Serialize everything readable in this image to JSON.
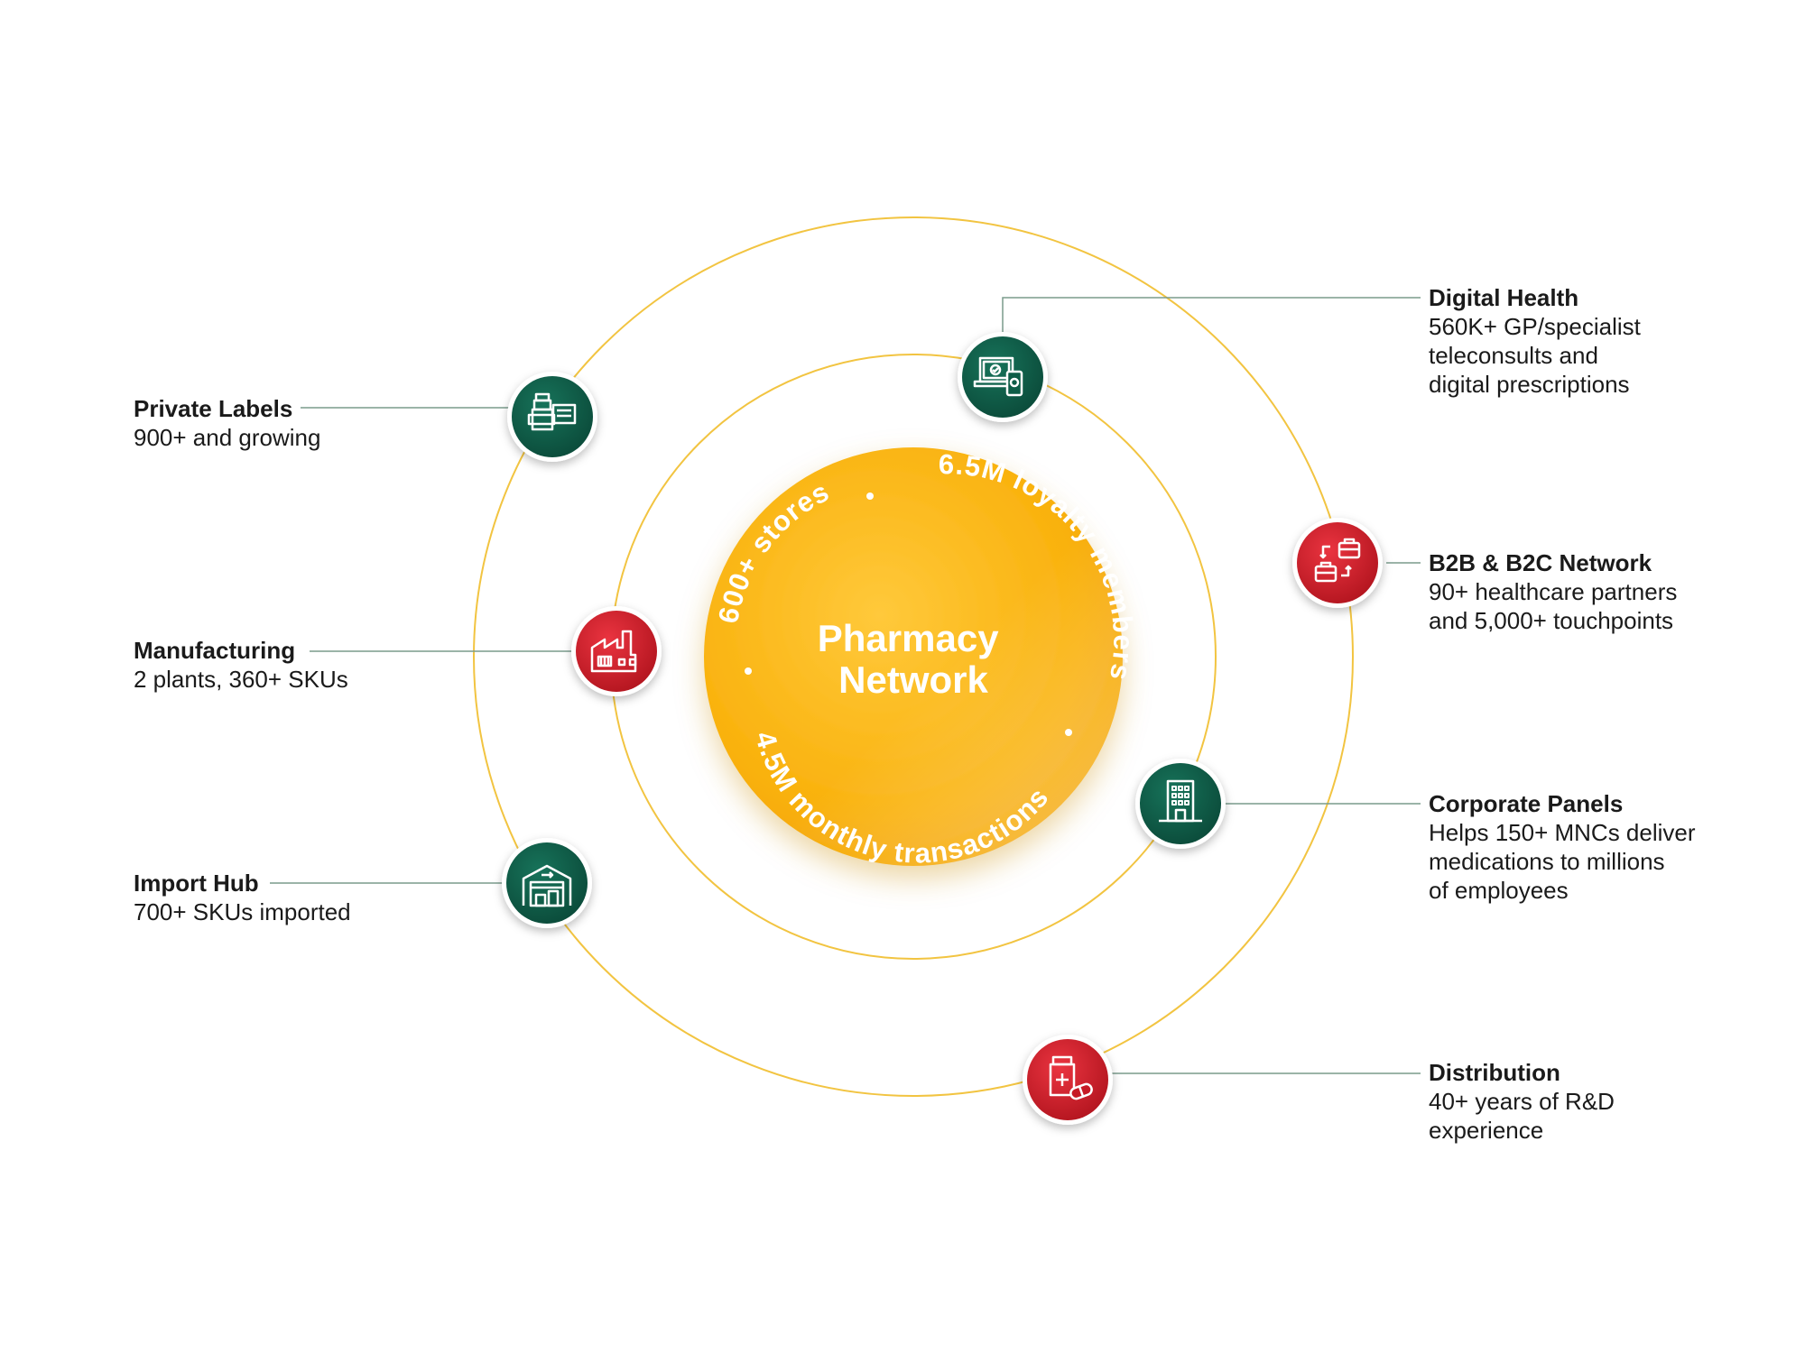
{
  "center": {
    "title_line1": "Pharmacy",
    "title_line2": "Network",
    "arc_top_left": "600+ stores",
    "arc_top_right": "6.5M loyalty members",
    "arc_bottom": "4.5M monthly transactions"
  },
  "colors": {
    "ring": "#f2c441",
    "core_light": "#ffc93b",
    "core_dark": "#f9ab00",
    "node_green": "#0e5d47",
    "node_red": "#d51f2c",
    "connector": "#7a9b8c",
    "text": "#1a1a1a"
  },
  "nodes": [
    {
      "id": "private-labels",
      "title": "Private Labels",
      "description": "900+ and growing",
      "color": "green",
      "icon": "medicine-bottle-label-icon"
    },
    {
      "id": "manufacturing",
      "title": "Manufacturing",
      "description": "2 plants, 360+ SKUs",
      "color": "red",
      "icon": "factory-icon"
    },
    {
      "id": "import-hub",
      "title": "Import Hub",
      "description": "700+ SKUs imported",
      "color": "green",
      "icon": "warehouse-icon"
    },
    {
      "id": "digital-health",
      "title": "Digital Health",
      "description": "560K+ GP/specialist\nteleconsults and\ndigital prescriptions",
      "color": "green",
      "icon": "laptop-phone-icon"
    },
    {
      "id": "b2b-b2c",
      "title": "B2B & B2C Network",
      "description": "90+ healthcare partners\nand 5,000+ touchpoints",
      "color": "red",
      "icon": "briefcase-exchange-icon"
    },
    {
      "id": "corporate-panels",
      "title": "Corporate Panels",
      "description": "Helps 150+ MNCs deliver\nmedications to millions\nof employees",
      "color": "green",
      "icon": "office-building-icon"
    },
    {
      "id": "distribution",
      "title": "Distribution",
      "description": "40+ years of R&D\nexperience",
      "color": "red",
      "icon": "pill-bottle-icon"
    }
  ]
}
